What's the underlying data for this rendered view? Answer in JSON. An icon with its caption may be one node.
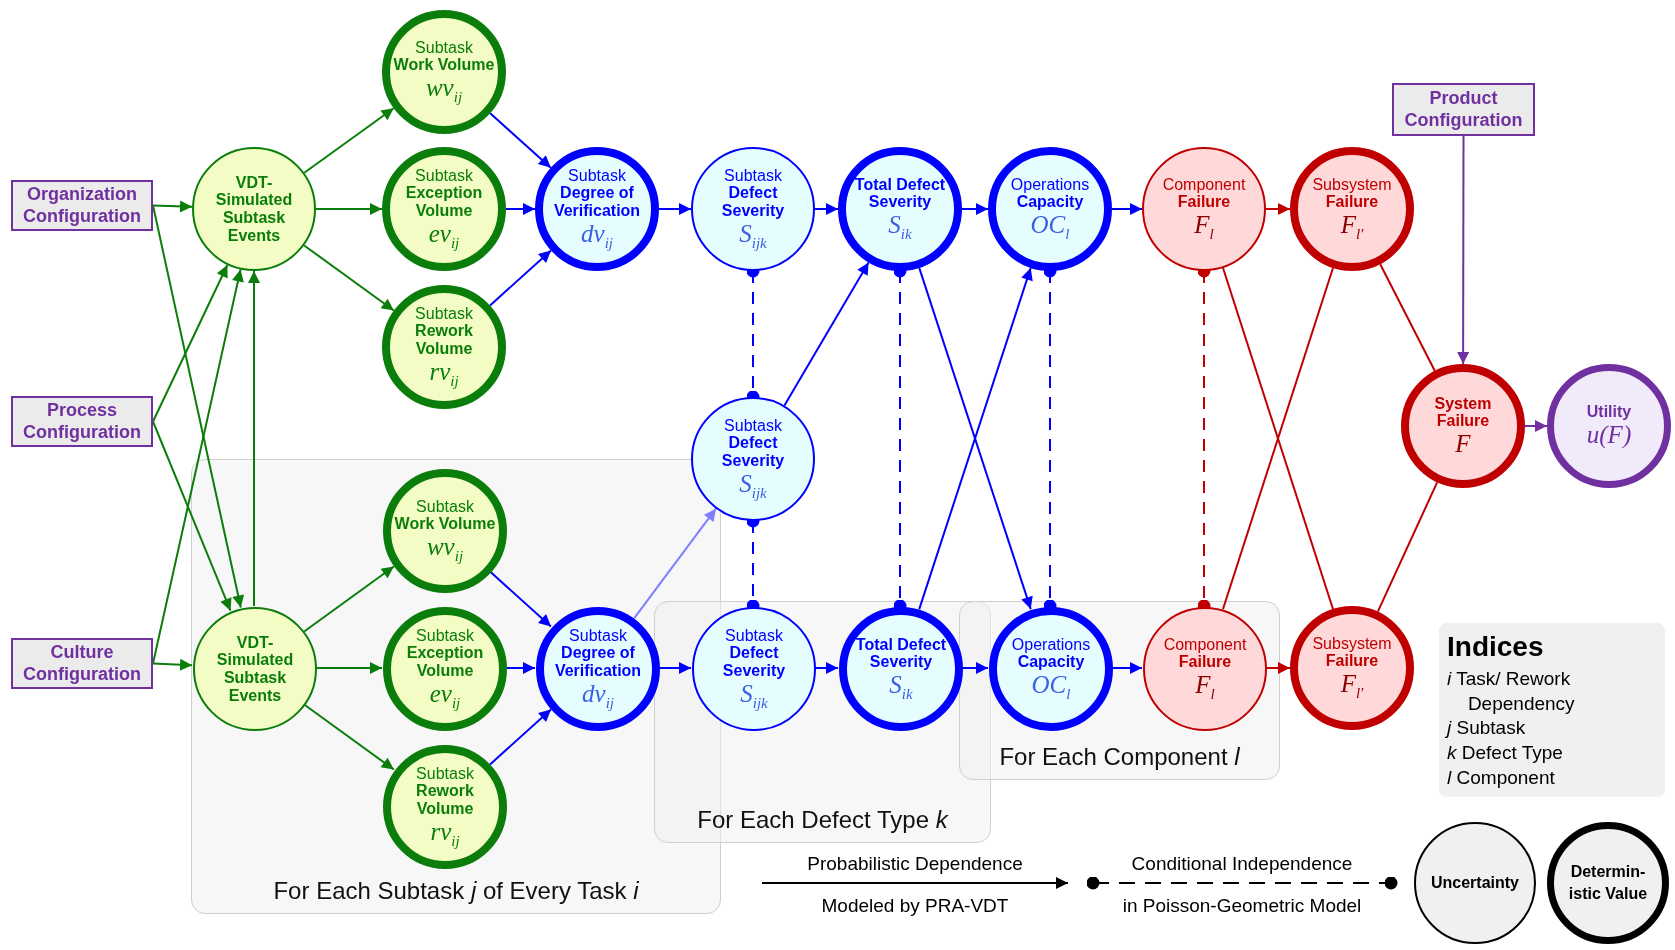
{
  "diagram": {
    "nodes": [
      {
        "text": [
          "Organization Configuration"
        ]
      },
      {
        "text": [
          "Process Configuration"
        ]
      },
      {
        "text": [
          "Culture Configuration"
        ]
      },
      {
        "text": [
          "VDT-Simulated Subtask Events"
        ]
      },
      {
        "text": [
          "Subtask",
          "Work Volume",
          "wv$_{ij}$"
        ]
      },
      {
        "text": [
          "Subtask",
          "Exception Volume",
          "ev$_{ij}$"
        ]
      },
      {
        "text": [
          "Subtask",
          "Rework Volume",
          "rv$_{ij}$"
        ]
      },
      {
        "text": [
          "Subtask",
          "Degree of Verification",
          "dv$_{ij}$"
        ]
      },
      {
        "text": [
          "Subtask",
          "Defect Severity",
          "S$_{ijk}$"
        ]
      },
      {
        "text": [
          "Total Defect Severity",
          "S$_{ik}$"
        ]
      },
      {
        "text": [
          "Operations",
          "Capacity",
          "OC$_{l}$"
        ]
      },
      {
        "text": [
          "Component",
          "Failure",
          "F$_{l}$"
        ]
      },
      {
        "text": [
          "Subsystem",
          "Failure",
          "F$_{l'}$"
        ]
      },
      {
        "text": [
          "Product Configuration"
        ]
      },
      {
        "text": [
          "Subtask",
          "Defect Severity",
          "S$_{ijk}$"
        ]
      },
      {
        "text": [
          "System Failure",
          "F"
        ]
      },
      {
        "text": [
          "Utility",
          "u(F)"
        ]
      },
      {
        "text": [
          "For Each Subtask *j* of Every Task *i*"
        ]
      },
      {
        "text": [
          "VDT-Simulated Subtask Events"
        ],
        "in": 17
      },
      {
        "text": [
          "Subtask",
          "Work Volume",
          "wv$_{ij}$"
        ],
        "in": 17
      },
      {
        "text": [
          "Subtask",
          "Exception Volume",
          "ev$_{ij}$"
        ],
        "in": 17
      },
      {
        "text": [
          "Subtask",
          "Rework Volume",
          "rv$_{ij}$"
        ],
        "in": 17
      },
      {
        "text": [
          "Subtask",
          "Degree of Verification",
          "dv$_{ij}$"
        ],
        "in": 17
      },
      {
        "text": [
          "For Each Defect Type *k*"
        ]
      },
      {
        "text": [
          "Subtask",
          "Defect Severity",
          "S$_{ijk}$"
        ],
        "in": 23
      },
      {
        "text": [
          "Total Defect Severity",
          "S$_{ik}$"
        ],
        "in": 23
      },
      {
        "text": [
          "For Each Component *l*"
        ]
      },
      {
        "text": [
          "Operations",
          "Capacity",
          "OC$_{l}$"
        ],
        "in": 26
      },
      {
        "text": [
          "Component",
          "Failure",
          "F$_{l}$"
        ],
        "in": 26
      },
      {
        "text": [
          "Subsystem",
          "Failure",
          "F$_{l'}$"
        ]
      },
      {
        "text": [
          "Indices",
          "*i* Task/ Rework Dependency",
          "*j* Subtask",
          "*k* Defect Type",
          "*l* Component"
        ]
      }
    ],
    "edges": [
      {
        "from": 0,
        "to": 3,
        "arrow": "to",
        "color": "#0a7d0a"
      },
      {
        "from": 0,
        "to": 18,
        "arrow": "to",
        "color": "#0a7d0a"
      },
      {
        "from": 1,
        "to": 3,
        "arrow": "to",
        "color": "#0a7d0a"
      },
      {
        "from": 1,
        "to": 18,
        "arrow": "to",
        "color": "#0a7d0a"
      },
      {
        "from": 2,
        "to": 3,
        "arrow": "to",
        "color": "#0a7d0a"
      },
      {
        "from": 2,
        "to": 18,
        "arrow": "to",
        "color": "#0a7d0a"
      },
      {
        "from": 18,
        "to": 3,
        "arrow": "to",
        "color": "#0a7d0a"
      },
      {
        "from": 3,
        "to": 4,
        "arrow": "to",
        "color": "#0a7d0a"
      },
      {
        "from": 3,
        "to": 5,
        "arrow": "to",
        "color": "#0a7d0a"
      },
      {
        "from": 3,
        "to": 6,
        "arrow": "to",
        "color": "#0a7d0a"
      },
      {
        "from": 4,
        "to": 7,
        "arrow": "to"
      },
      {
        "from": 5,
        "to": 7,
        "arrow": "to"
      },
      {
        "from": 6,
        "to": 7,
        "arrow": "to"
      },
      {
        "from": 7,
        "to": 8,
        "arrow": "to"
      },
      {
        "from": 8,
        "to": 9,
        "arrow": "to"
      },
      {
        "from": 9,
        "to": 10,
        "arrow": "to"
      },
      {
        "from": 10,
        "to": 11,
        "arrow": "to"
      },
      {
        "from": 11,
        "to": 12,
        "arrow": "to",
        "color": "#c00000"
      },
      {
        "from": 18,
        "to": 19,
        "arrow": "to",
        "color": "#0a7d0a"
      },
      {
        "from": 18,
        "to": 20,
        "arrow": "to",
        "color": "#0a7d0a"
      },
      {
        "from": 18,
        "to": 21,
        "arrow": "to",
        "color": "#0a7d0a"
      },
      {
        "from": 19,
        "to": 22,
        "arrow": "to"
      },
      {
        "from": 20,
        "to": 22,
        "arrow": "to"
      },
      {
        "from": 21,
        "to": 22,
        "arrow": "to"
      },
      {
        "from": 22,
        "to": 24,
        "arrow": "to"
      },
      {
        "from": 24,
        "to": 25,
        "arrow": "to"
      },
      {
        "from": 25,
        "to": 27,
        "arrow": "to"
      },
      {
        "from": 27,
        "to": 28,
        "arrow": "to"
      },
      {
        "from": 28,
        "to": 29,
        "arrow": "to",
        "color": "#c00000"
      },
      {
        "from": 8,
        "to": 14,
        "arrow": "other",
        "style": "dashed"
      },
      {
        "from": 14,
        "to": 24,
        "arrow": "other",
        "style": "dashed"
      },
      {
        "from": 22,
        "to": 14,
        "arrow": "to",
        "color": "#7f7fff"
      },
      {
        "from": 14,
        "to": 9,
        "arrow": "to"
      },
      {
        "from": 9,
        "to": 25,
        "arrow": "other",
        "style": "dashed"
      },
      {
        "from": 9,
        "to": 27,
        "arrow": "to"
      },
      {
        "from": 25,
        "to": 10,
        "arrow": "to"
      },
      {
        "from": 10,
        "to": 27,
        "arrow": "other",
        "style": "dashed"
      },
      {
        "from": 11,
        "to": 28,
        "arrow": "other",
        "style": "dashed",
        "color": "#c00000"
      },
      {
        "from": 11,
        "to": 29,
        "arrow": "none",
        "color": "#c00000"
      },
      {
        "from": 28,
        "to": 12,
        "arrow": "none",
        "color": "#c00000"
      },
      {
        "from": 12,
        "to": 15,
        "arrow": "none",
        "color": "#c00000"
      },
      {
        "from": 29,
        "to": 15,
        "arrow": "none",
        "color": "#c00000"
      },
      {
        "from": 13,
        "to": 15,
        "arrow": "to",
        "color": "#7030a0"
      },
      {
        "from": 15,
        "to": 16,
        "arrow": "to",
        "color": "#7030a0"
      }
    ],
    "legend": [
      {
        "text": "Probabilistic Dependence Modeled by PRA-VDT"
      },
      {
        "text": "Conditional Independence in Poisson-Geometric Model"
      },
      {
        "text": "Uncertainty"
      },
      {
        "text": "Determin-istic Value"
      }
    ]
  }
}
